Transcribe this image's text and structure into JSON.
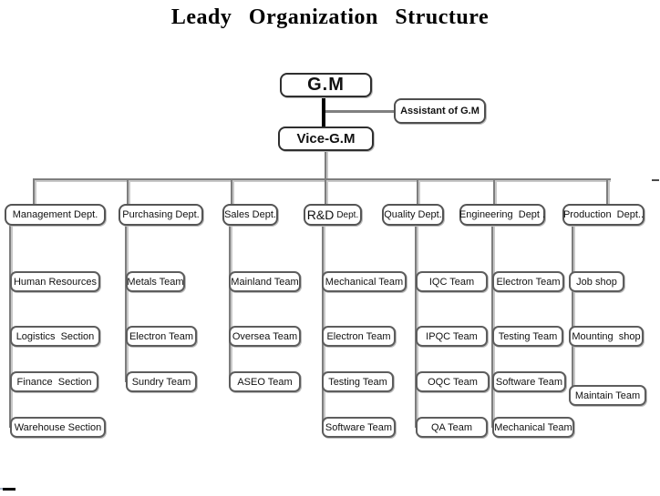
{
  "title": "Leady Organization Structure",
  "top": {
    "gm": "G.M",
    "assistant": "Assistant of G.M",
    "vice": "Vice-G.M"
  },
  "departments": [
    {
      "label": "Management Dept.",
      "children": [
        "Human Resources",
        "Logistics  Section",
        "Finance  Section",
        "Warehouse Section"
      ]
    },
    {
      "label": "Purchasing Dept.",
      "children": [
        "Metals Team",
        "Electron Team",
        "Sundry Team"
      ]
    },
    {
      "label": "Sales Dept.",
      "children": [
        "Mainland Team",
        "Oversea Team",
        "ASEO Team"
      ]
    },
    {
      "label_big": "R&D",
      "label_small": "Dept.",
      "children": [
        "Mechanical Team",
        "Electron Team",
        "Testing Team",
        "Software Team"
      ]
    },
    {
      "label": "Quality Dept.",
      "children": [
        "IQC Team",
        "IPQC Team",
        "OQC Team",
        "QA Team"
      ]
    },
    {
      "label": "Engineering  Dept .",
      "children": [
        "Electron Team",
        "Testing Team",
        "Software Team",
        "Mechanical Team"
      ]
    },
    {
      "label": "Production  Dept..",
      "children": [
        "Job shop",
        "Mounting  shop",
        "Maintain Team"
      ]
    }
  ],
  "colors": {
    "connector": "#7e7e7e",
    "connector_shadow": "#c8c8c8",
    "strong_link": "#000000",
    "box_border": "#4f4f4f",
    "text": "#111111"
  }
}
